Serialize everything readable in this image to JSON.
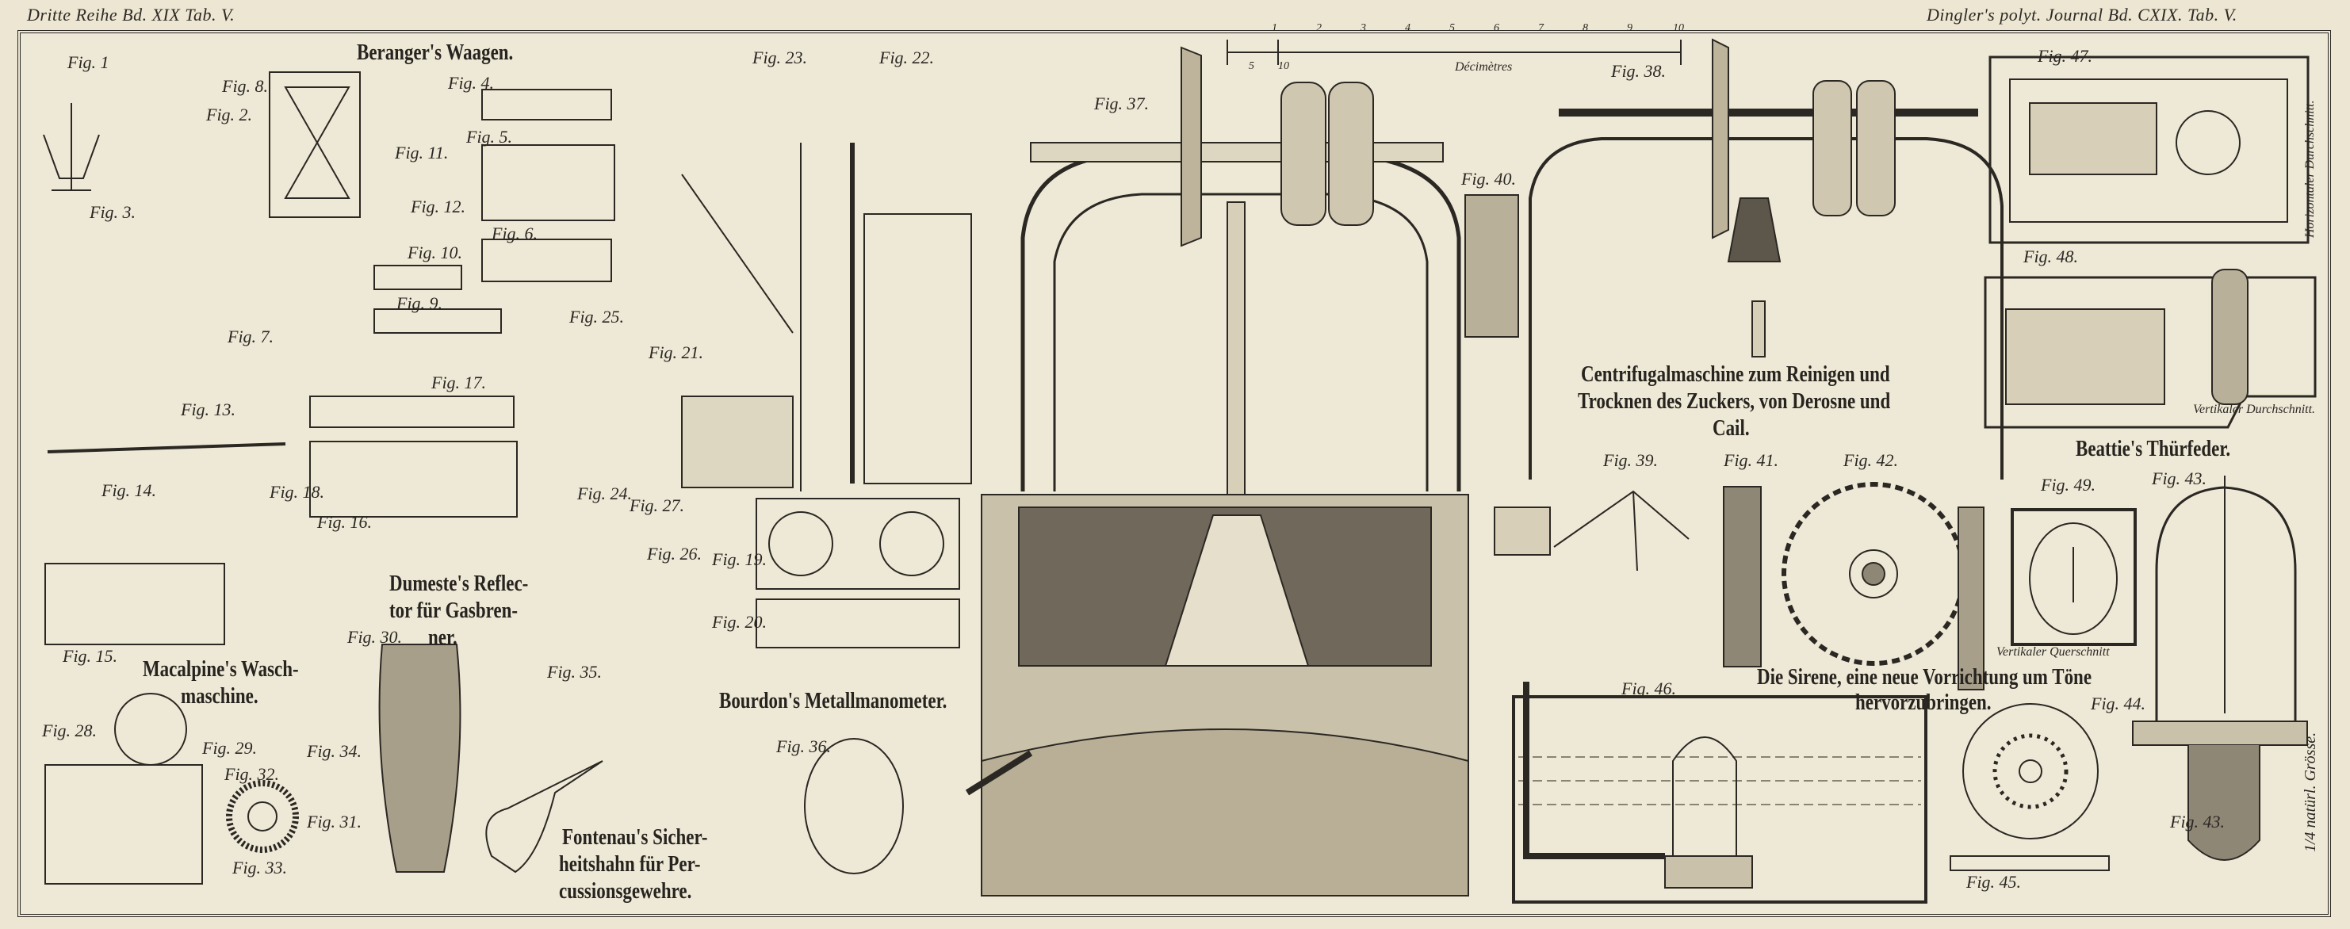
{
  "header": {
    "left": "Dritte Reihe Bd. XIX Tab. V.",
    "right": "Dingler's polyt. Journal Bd. CXIX. Tab. V."
  },
  "titles": {
    "beranger": "Beranger's Waagen.",
    "dumeste_1": "Dumeste's Reflec-",
    "dumeste_2": "tor für Gasbren-",
    "dumeste_3": "ner.",
    "macalpine_1": "Macalpine's Wasch-",
    "macalpine_2": "maschine.",
    "bourdon": "Bourdon's Metallmanometer.",
    "fontenau_1": "Fontenau's Sicher-",
    "fontenau_2": "heitshahn für Per-",
    "fontenau_3": "cussionsgewehre.",
    "centrifugal_1": "Centrifugalmaschine zum Reinigen und",
    "centrifugal_2": "Trocknen des Zuckers, von Derosne und",
    "centrifugal_3": "Cail.",
    "beattie": "Beattie's Thürfeder.",
    "sirene_1": "Die Sirene, eine neue Vorrichtung um Töne",
    "sirene_2": "hervorzubringen."
  },
  "notes": {
    "horizontal_section": "Horizontaler Durchschnitt.",
    "vertical_section": "Vertikaler Durchschnitt.",
    "vertical_cross_section": "Vertikaler Querschnitt",
    "scale_note": "1/4 natürl. Grösse."
  },
  "scale": {
    "unit": "Décimètres",
    "major": [
      "1",
      "2",
      "3",
      "4",
      "5",
      "6",
      "7",
      "8",
      "9",
      "10"
    ],
    "minor": [
      "5",
      "10"
    ]
  },
  "figs": {
    "f1": "Fig. 1",
    "f2": "Fig. 2.",
    "f3": "Fig. 3.",
    "f4": "Fig. 4.",
    "f5": "Fig. 5.",
    "f6": "Fig. 6.",
    "f7": "Fig. 7.",
    "f8": "Fig. 8.",
    "f9": "Fig. 9.",
    "f10": "Fig. 10.",
    "f11": "Fig. 11.",
    "f12": "Fig. 12.",
    "f13": "Fig. 13.",
    "f14": "Fig. 14.",
    "f15": "Fig. 15.",
    "f16": "Fig. 16.",
    "f17": "Fig. 17.",
    "f18": "Fig. 18.",
    "f19": "Fig. 19.",
    "f20": "Fig. 20.",
    "f21": "Fig. 21.",
    "f22": "Fig. 22.",
    "f23": "Fig. 23.",
    "f24": "Fig. 24.",
    "f25": "Fig. 25.",
    "f26": "Fig. 26.",
    "f27": "Fig. 27.",
    "f28": "Fig. 28.",
    "f29": "Fig. 29.",
    "f30": "Fig. 30.",
    "f31": "Fig. 31.",
    "f32": "Fig. 32.",
    "f33": "Fig. 33.",
    "f34": "Fig. 34.",
    "f35": "Fig. 35.",
    "f36": "Fig. 36.",
    "f37": "Fig. 37.",
    "f38": "Fig. 38.",
    "f39": "Fig. 39.",
    "f40": "Fig. 40.",
    "f41": "Fig. 41.",
    "f42": "Fig. 42.",
    "f43a": "Fig. 43.",
    "f43b": "Fig. 43.",
    "f44": "Fig. 44.",
    "f45": "Fig. 45.",
    "f46": "Fig. 46.",
    "f47": "Fig. 47.",
    "f48": "Fig. 48.",
    "f49": "Fig. 49."
  },
  "colors": {
    "paper": "#eee9d6",
    "ink": "#2b2723"
  }
}
